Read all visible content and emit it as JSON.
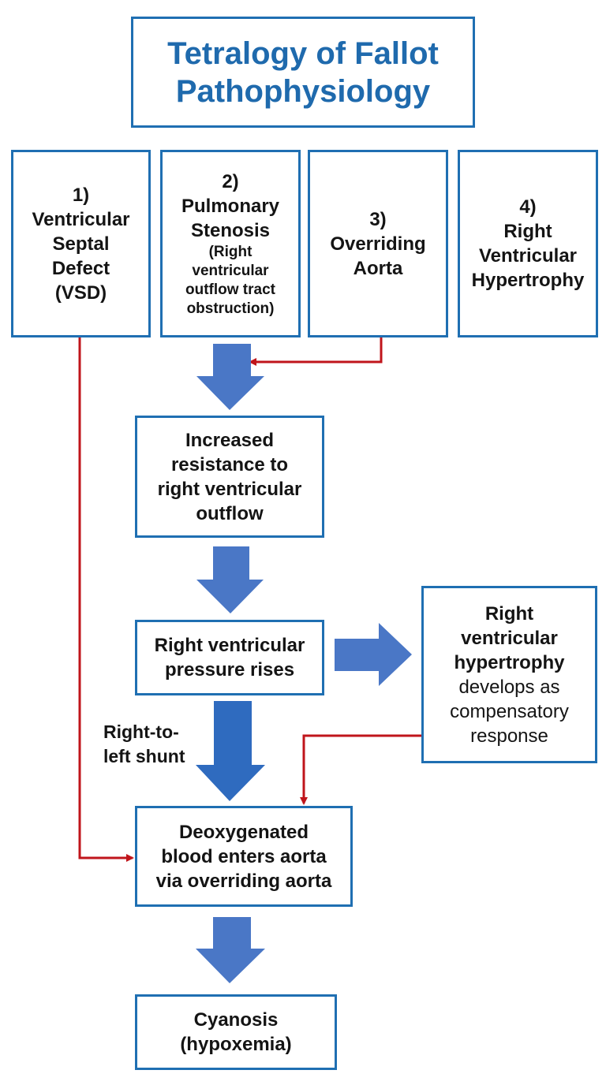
{
  "title": {
    "line1": "Tetralogy of Fallot",
    "line2": "Pathophysiology"
  },
  "defects": [
    {
      "num": "1)",
      "lines": [
        "Ventricular",
        "Septal",
        "Defect",
        "(VSD)"
      ]
    },
    {
      "num": "2)",
      "lines": [
        "Pulmonary",
        "Stenosis"
      ],
      "sub": [
        "(Right",
        "ventricular",
        "outflow tract",
        "obstruction)"
      ]
    },
    {
      "num": "3)",
      "lines": [
        "Overriding",
        "Aorta"
      ]
    },
    {
      "num": "4)",
      "lines": [
        "Right",
        "Ventricular",
        "Hypertrophy"
      ]
    }
  ],
  "flow": {
    "resistance": [
      "Increased",
      "resistance to",
      "right ventricular",
      "outflow"
    ],
    "pressure": [
      "Right ventricular",
      "pressure rises"
    ],
    "hypertrophy": {
      "bold": [
        "Right",
        "ventricular",
        "hypertrophy"
      ],
      "normal": [
        "develops as",
        "compensatory",
        "response"
      ]
    },
    "shunt_label": [
      "Right-to-",
      "left shunt"
    ],
    "deoxygenated": [
      "Deoxygenated",
      "blood enters aorta",
      "via overriding aorta"
    ],
    "cyanosis": [
      "Cyanosis",
      "(hypoxemia)"
    ]
  },
  "colors": {
    "box_border": "#1f6fb2",
    "title_text": "#1f6aad",
    "block_arrow": "#4a77c6",
    "connector": "#c0151b"
  }
}
